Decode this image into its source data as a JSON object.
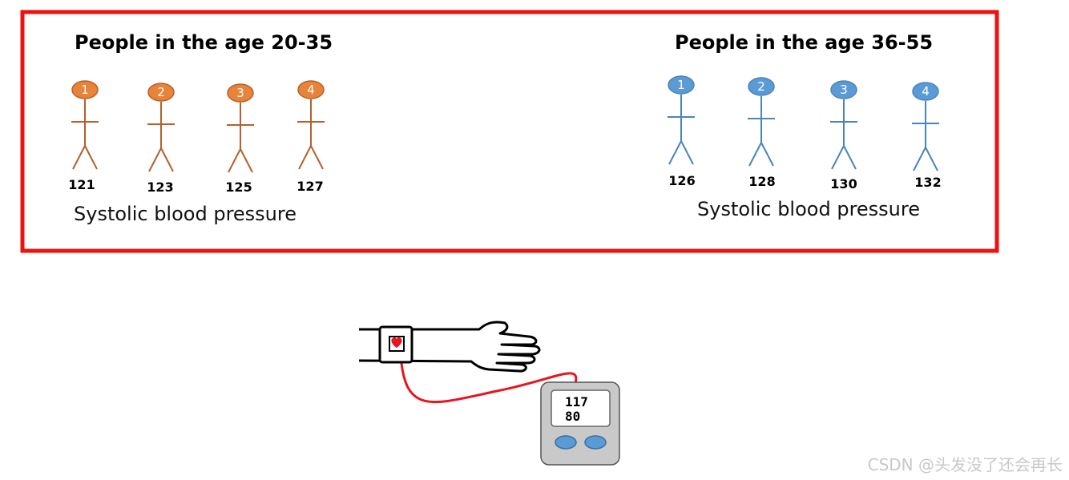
{
  "colors": {
    "frame": "#ee1111",
    "group_young": "#e8843a",
    "group_young_stroke": "#b5602a",
    "group_old": "#5b9bd5",
    "group_old_stroke": "#4a84bb",
    "cable": "#e8141e",
    "heart": "#e8141e",
    "device_body": "#c9c9c9",
    "device_button": "#5b9bd5"
  },
  "groups": [
    {
      "title": "People in the age 20-35",
      "caption": "Systolic blood pressure",
      "people": [
        {
          "id": "1",
          "value": "121"
        },
        {
          "id": "2",
          "value": "123"
        },
        {
          "id": "3",
          "value": "125"
        },
        {
          "id": "4",
          "value": "127"
        }
      ]
    },
    {
      "title": "People in the age 36-55",
      "caption": "Systolic blood pressure",
      "people": [
        {
          "id": "1",
          "value": "126"
        },
        {
          "id": "2",
          "value": "128"
        },
        {
          "id": "3",
          "value": "130"
        },
        {
          "id": "4",
          "value": "132"
        }
      ]
    }
  ],
  "monitor": {
    "systolic": "117",
    "diastolic": "80"
  },
  "watermark": "CSDN @头发没了还会再长"
}
